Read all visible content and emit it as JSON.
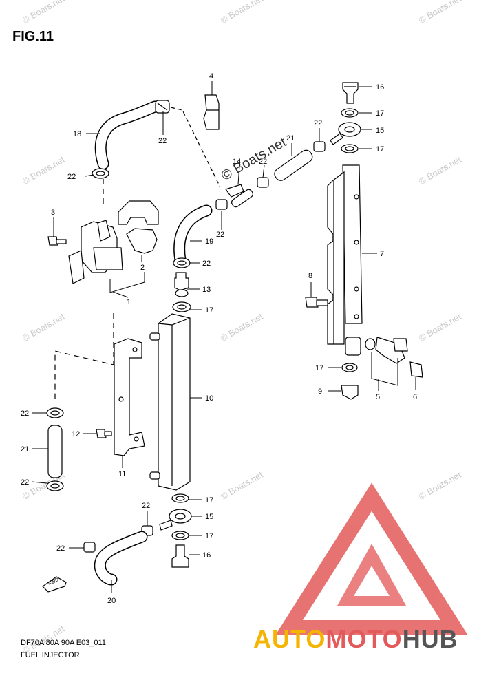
{
  "figure": {
    "title": "FIG.11",
    "model_code": "DF70A 80A 90A E03_011",
    "caption": "FUEL INJECTOR"
  },
  "watermark": {
    "text": "© Boats.net",
    "center_text": "© Boats.net"
  },
  "brand": {
    "part1": "AUTO",
    "part2": "MOTO",
    "part3": "HUB",
    "colors": {
      "auto": "#f4b400",
      "moto": "#e35a5a",
      "hub": "#555555",
      "triangle": "#e35a5a"
    }
  },
  "fwd_label": "FWD",
  "callouts": [
    {
      "id": "c4",
      "label": "4"
    },
    {
      "id": "c16a",
      "label": "16"
    },
    {
      "id": "c17a",
      "label": "17"
    },
    {
      "id": "c15a",
      "label": "15"
    },
    {
      "id": "c17b",
      "label": "17"
    },
    {
      "id": "c18",
      "label": "18"
    },
    {
      "id": "c22a",
      "label": "22"
    },
    {
      "id": "c22b",
      "label": "22"
    },
    {
      "id": "c21a",
      "label": "21"
    },
    {
      "id": "c14",
      "label": "14"
    },
    {
      "id": "c22c",
      "label": "22"
    },
    {
      "id": "c22d",
      "label": "22"
    },
    {
      "id": "c3",
      "label": "3"
    },
    {
      "id": "c22e",
      "label": "22"
    },
    {
      "id": "c19",
      "label": "19"
    },
    {
      "id": "c22f",
      "label": "22"
    },
    {
      "id": "c2",
      "label": "2"
    },
    {
      "id": "c7",
      "label": "7"
    },
    {
      "id": "c13",
      "label": "13"
    },
    {
      "id": "c1",
      "label": "1"
    },
    {
      "id": "c8",
      "label": "8"
    },
    {
      "id": "c17c",
      "label": "17"
    },
    {
      "id": "c10",
      "label": "10"
    },
    {
      "id": "c17d",
      "label": "17"
    },
    {
      "id": "c5",
      "label": "5"
    },
    {
      "id": "c6",
      "label": "6"
    },
    {
      "id": "c9",
      "label": "9"
    },
    {
      "id": "c22g",
      "label": "22"
    },
    {
      "id": "c12",
      "label": "12"
    },
    {
      "id": "c21b",
      "label": "21"
    },
    {
      "id": "c11",
      "label": "11"
    },
    {
      "id": "c22h",
      "label": "22"
    },
    {
      "id": "c17e",
      "label": "17"
    },
    {
      "id": "c22i",
      "label": "22"
    },
    {
      "id": "c15b",
      "label": "15"
    },
    {
      "id": "c17f",
      "label": "17"
    },
    {
      "id": "c22j",
      "label": "22"
    },
    {
      "id": "c16b",
      "label": "16"
    },
    {
      "id": "c20",
      "label": "20"
    }
  ]
}
